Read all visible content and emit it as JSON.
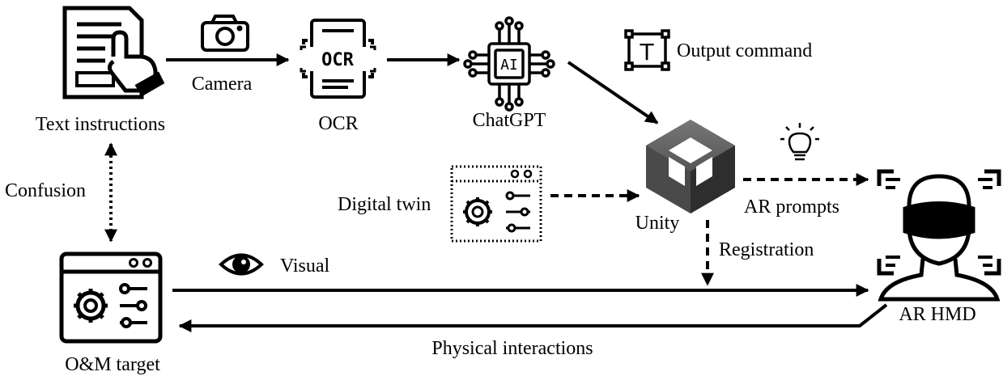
{
  "nodes": {
    "text_instructions": "Text instructions",
    "ocr": "OCR",
    "chatgpt": "ChatGPT",
    "unity": "Unity",
    "digital_twin": "Digital twin",
    "om_target": "O&M target",
    "ar_hmd": "AR HMD",
    "output_command": "Output command"
  },
  "icon_text": {
    "ocr_badge": "OCR",
    "ai_chip": "AI",
    "text_tool": "T"
  },
  "edges": {
    "camera": "Camera",
    "confusion": "Confusion",
    "ar_prompts": "AR prompts",
    "registration": "Registration",
    "visual": "Visual",
    "physical_interactions": "Physical interactions"
  }
}
